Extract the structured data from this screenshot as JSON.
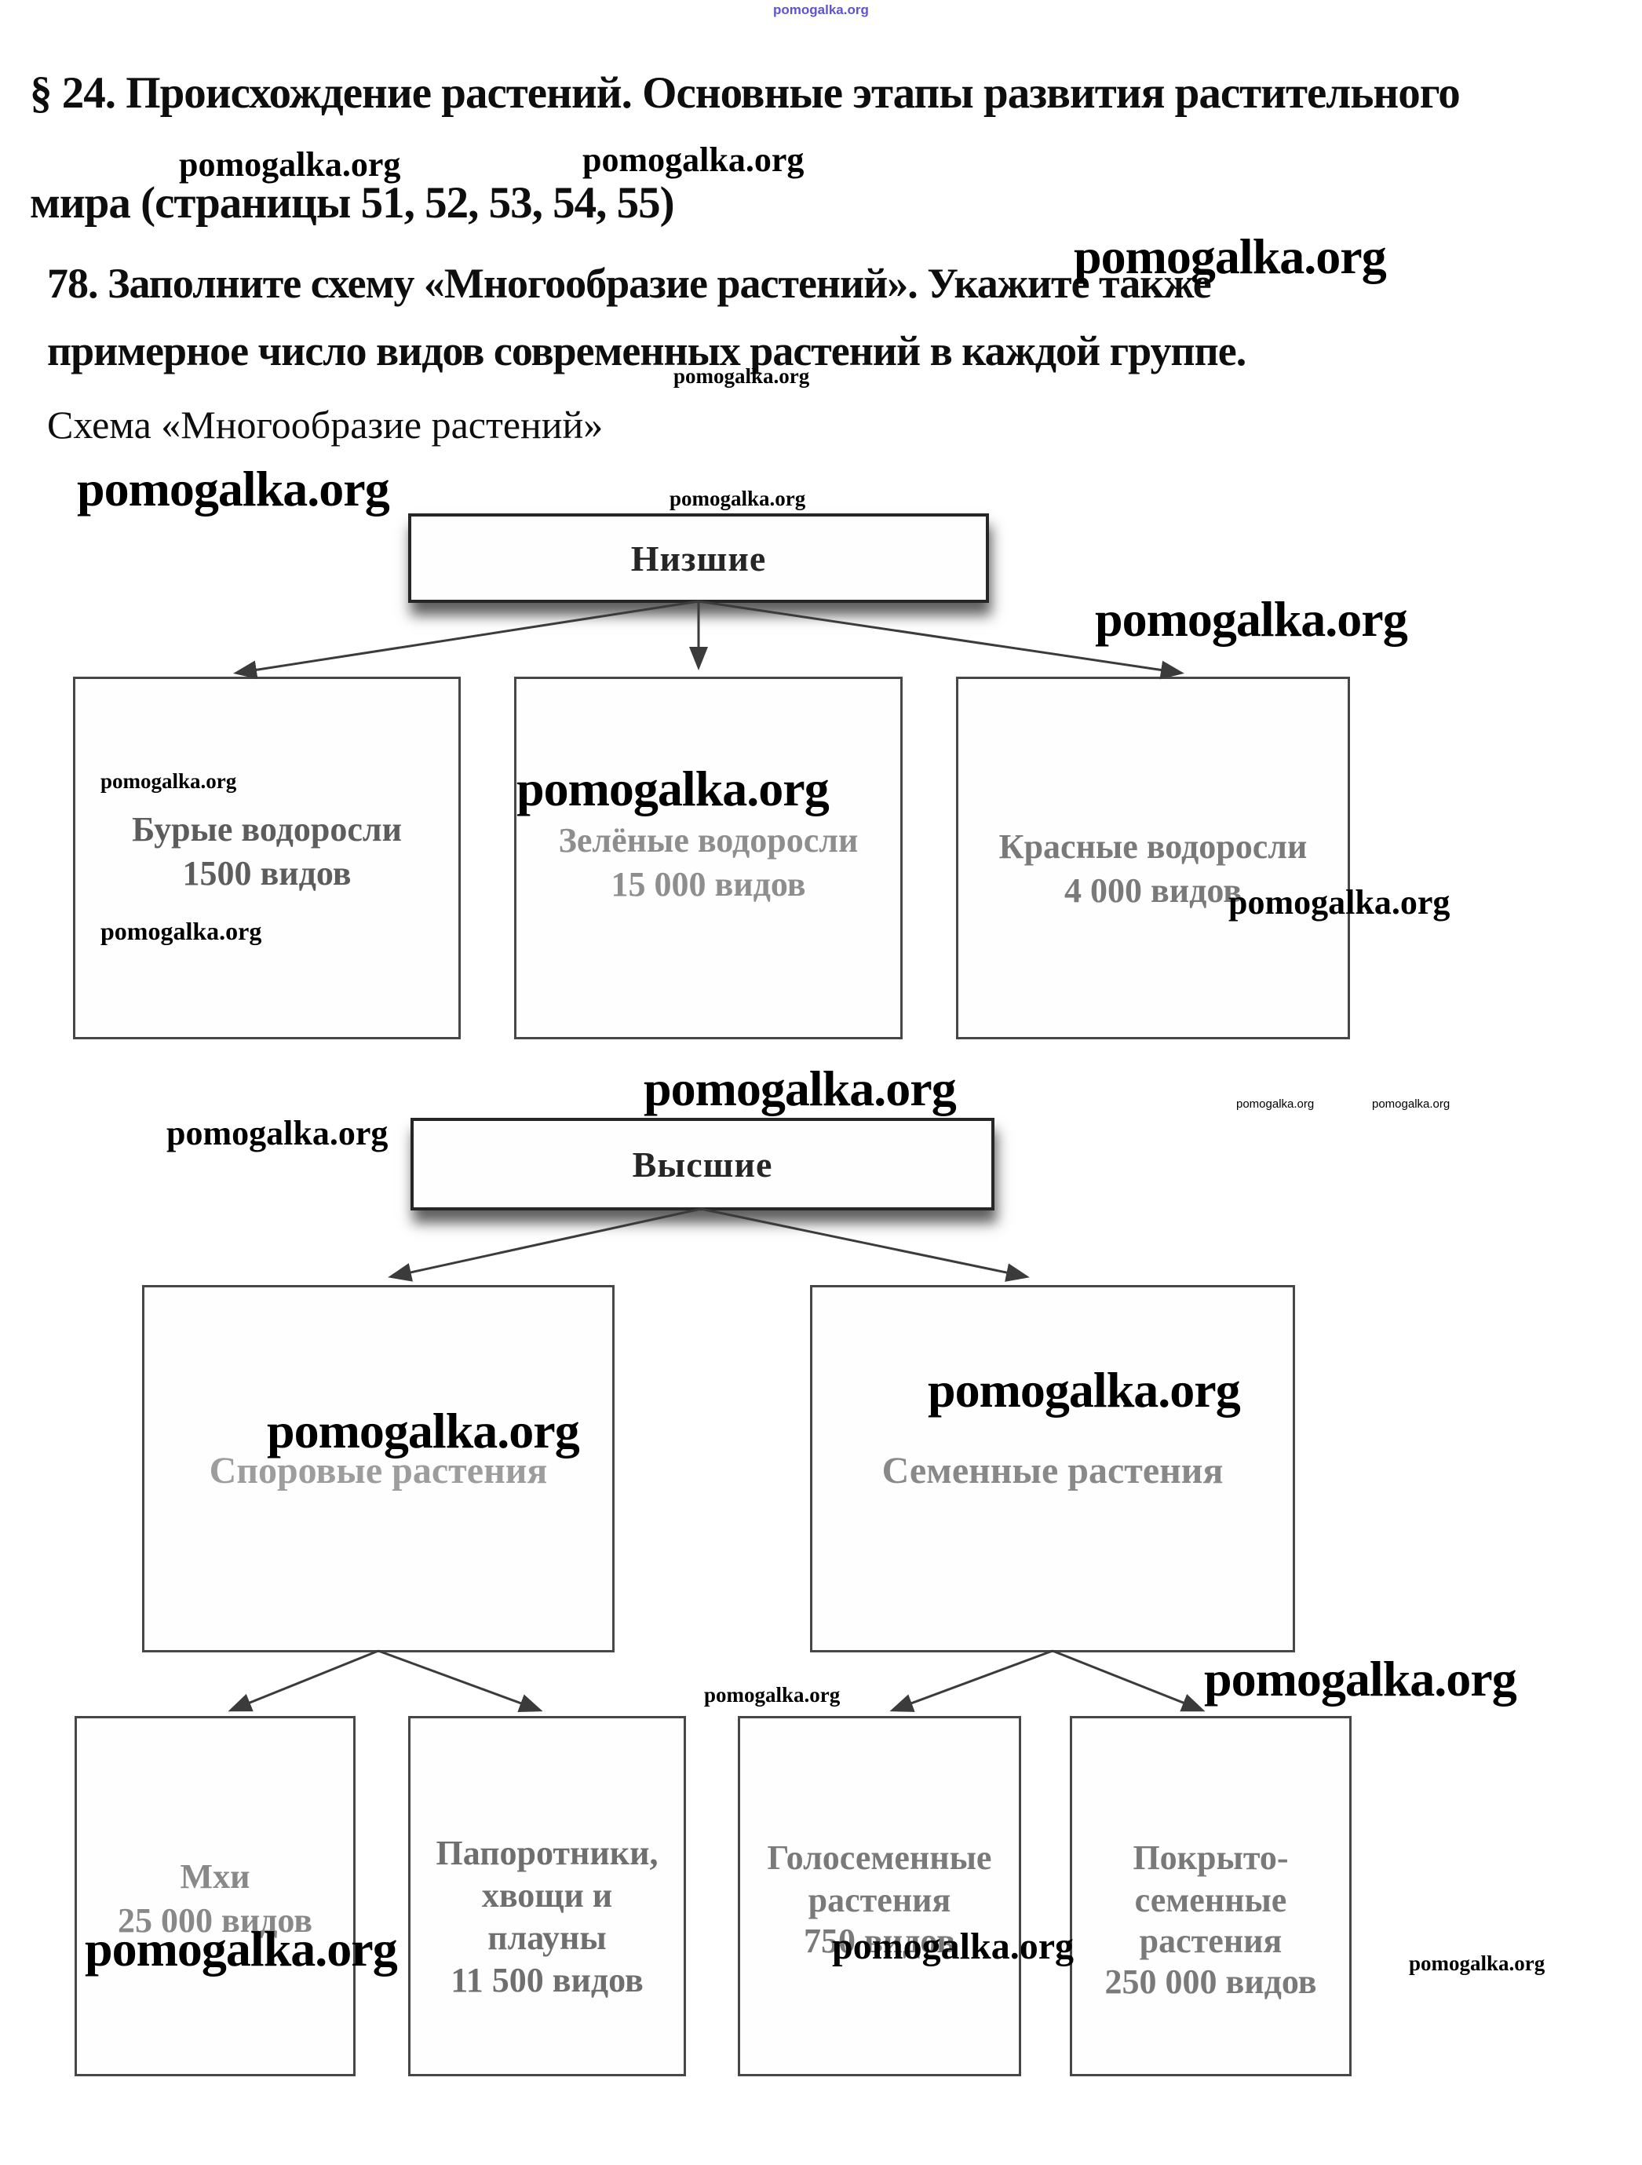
{
  "watermark": {
    "text": "pomogalka.org",
    "accent_color": "#4c42cf",
    "ink_color": "#000000"
  },
  "header": {
    "line1": "§ 24. Происхождение растений. Основные этапы развития растительного",
    "line2": "мира (страницы 51, 52, 53, 54, 55)"
  },
  "task": {
    "line1": "78. Заполните схему «Многообразие растений». Укажите также",
    "line2": "примерное число видов современных растений в каждой группе.",
    "caption": "Схема «Многообразие растений»"
  },
  "diagram": {
    "tree1": {
      "root": "Низшие",
      "children": [
        {
          "line1": "Бурые водоросли",
          "line2": "1500 видов"
        },
        {
          "line1": "Зелёные водоросли",
          "line2": "15 000 видов"
        },
        {
          "line1": "Красные водоросли",
          "line2": "4 000 видов"
        }
      ]
    },
    "tree2": {
      "root": "Высшие",
      "children": [
        {
          "label": "Споровые растения"
        },
        {
          "label": "Семенные растения"
        }
      ],
      "grandchildren": [
        {
          "lines": [
            "Мхи",
            "25 000 видов"
          ]
        },
        {
          "lines": [
            "Папоротники,",
            "хвощи и",
            "плауны",
            "11 500 видов"
          ]
        },
        {
          "lines": [
            "Голосеменные",
            "растения",
            "750 видов"
          ]
        },
        {
          "lines": [
            "Покрыто-",
            "семенные",
            "растения",
            "250 000 видов"
          ]
        }
      ]
    }
  }
}
